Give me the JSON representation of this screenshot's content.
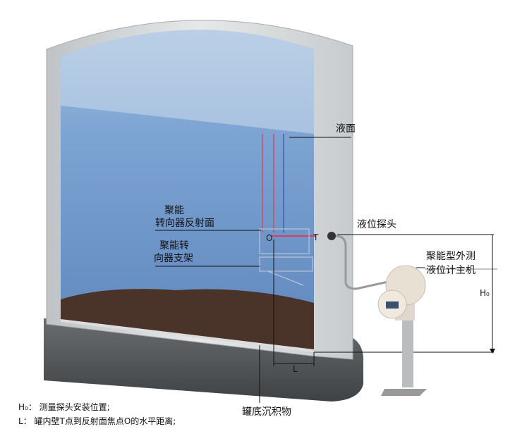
{
  "labels": {
    "liquid_surface": "液面",
    "probe": "液位探头",
    "reflector_1": "聚能",
    "reflector_2": "转向器反射面",
    "bracket_1": "聚能转",
    "bracket_2": "向器支架",
    "point_o": "O",
    "point_t": "T",
    "host_1": "聚能型外测",
    "host_2": "液位计主机",
    "h0": "H₀",
    "l": "L",
    "sediment": "罐底沉积物"
  },
  "legend": [
    "H₀： 测量探头安装位置;",
    "L： 罐内壁T点到反射面焦点O的水平距离;"
  ],
  "colors": {
    "liquid": "#6f97c9",
    "shell": "#d4d6d8",
    "base": "#55585a",
    "sediment": "#4a3328"
  }
}
